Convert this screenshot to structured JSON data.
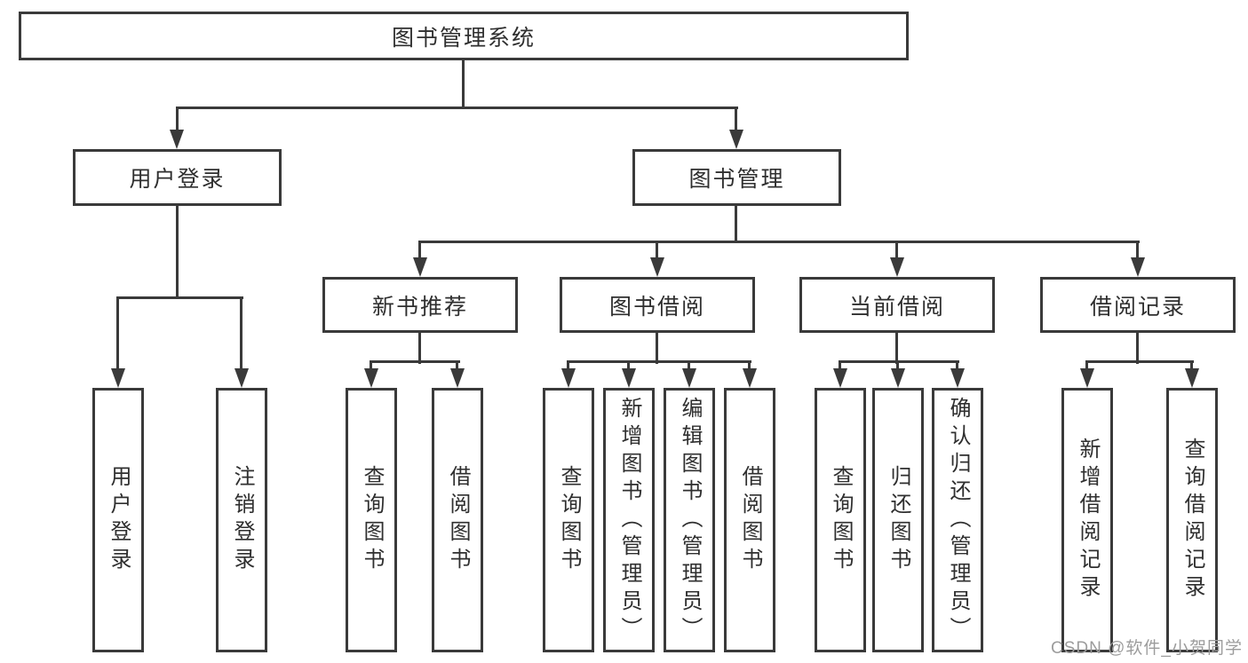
{
  "diagram": {
    "root": {
      "label": "图书管理系统"
    },
    "level2": [
      {
        "label": "用户登录",
        "leaves": [
          {
            "label": "用户登录"
          },
          {
            "label": "注销登录"
          }
        ]
      },
      {
        "label": "图书管理",
        "groups": [
          {
            "label": "新书推荐",
            "leaves": [
              {
                "label": "查询图书"
              },
              {
                "label": "借阅图书"
              }
            ]
          },
          {
            "label": "图书借阅",
            "leaves": [
              {
                "label": "查询图书"
              },
              {
                "label": "新增图书（管理员）"
              },
              {
                "label": "编辑图书（管理员）"
              },
              {
                "label": "借阅图书"
              }
            ]
          },
          {
            "label": "当前借阅",
            "leaves": [
              {
                "label": "查询图书"
              },
              {
                "label": "归还图书"
              },
              {
                "label": "确认归还（管理员）"
              }
            ]
          },
          {
            "label": "借阅记录",
            "leaves": [
              {
                "label": "新增借阅记录"
              },
              {
                "label": "查询借阅记录"
              }
            ]
          }
        ]
      }
    ]
  },
  "watermark": {
    "text": "CSDN @软件_小贺同学"
  },
  "colors": {
    "line": "#3a3a3a",
    "text": "#2f2f2f",
    "watermark": "#9c9c9c",
    "background": "#ffffff"
  }
}
